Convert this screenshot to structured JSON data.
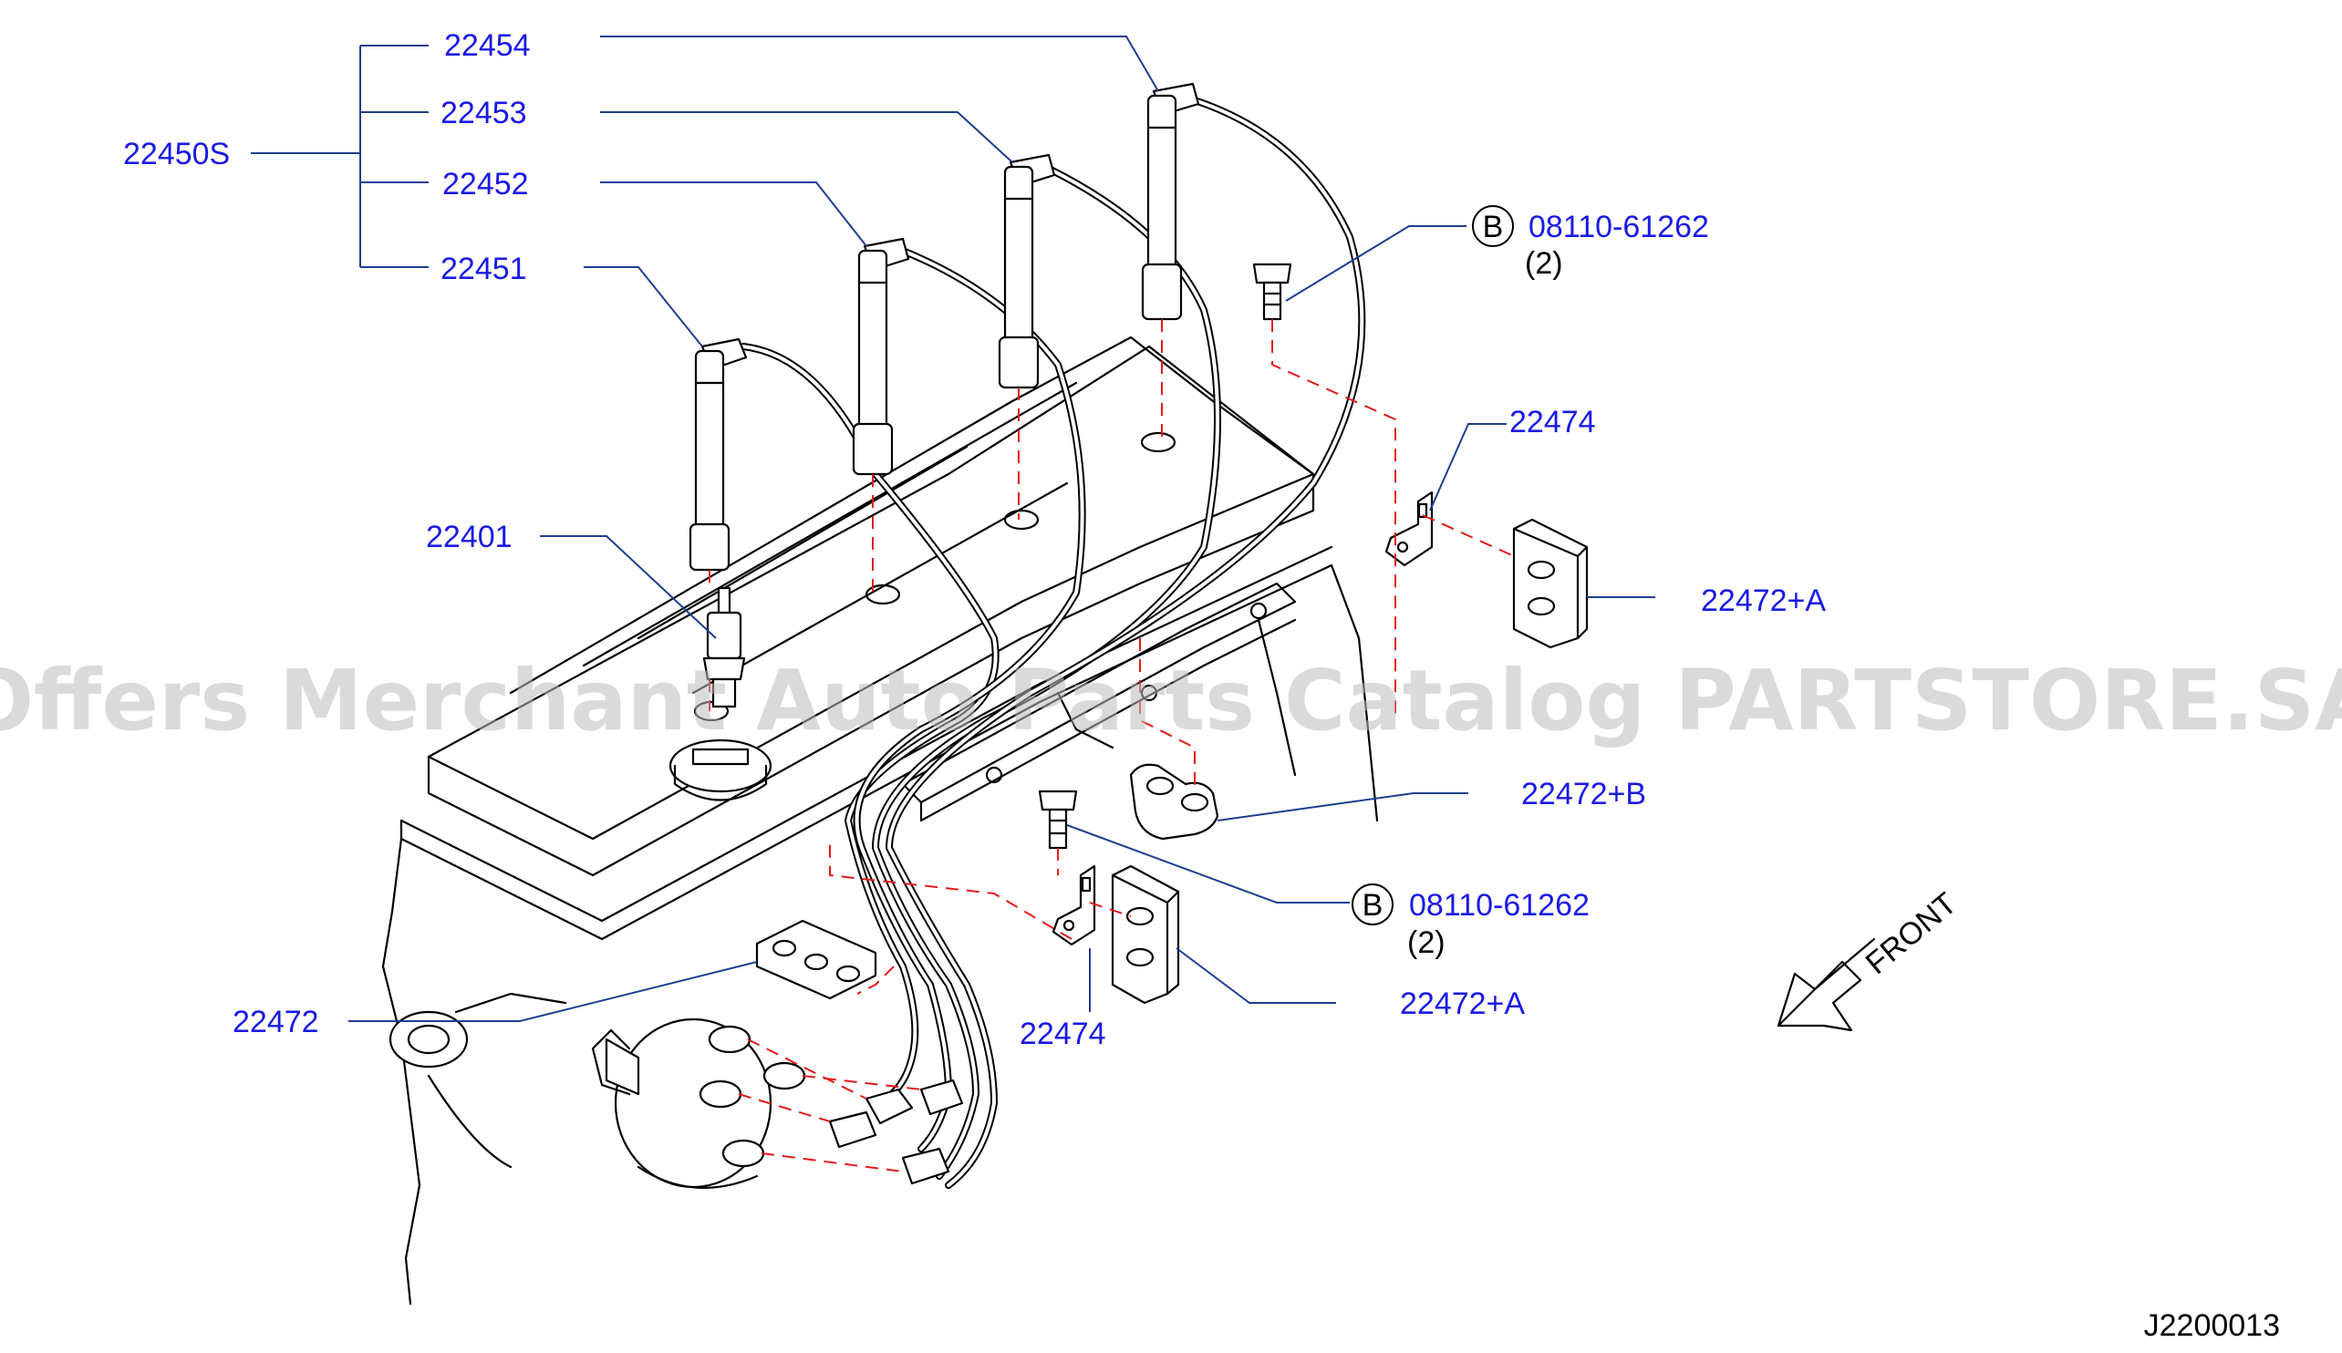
{
  "labels": {
    "assembly": "22450S",
    "cable_4": "22454",
    "cable_3": "22453",
    "cable_2": "22452",
    "cable_1": "22451",
    "spark_plug": "22401",
    "bolt_top_circle": "B",
    "bolt_top_part": "08110-61262",
    "bolt_top_qty": "(2)",
    "bracket_top": "22474",
    "clamp_top": "22472+A",
    "clamp_mid": "22472+B",
    "bolt_bottom_circle": "B",
    "bolt_bottom_part": "08110-61262",
    "bolt_bottom_qty": "(2)",
    "clamp_bottom": "22472+A",
    "bracket_bottom": "22474",
    "clamp_left": "22472",
    "front": "FRONT",
    "diagram_code": "J2200013"
  },
  "watermark": "Offers Merchant Auto Parts Catalog PARTSTORE.SA",
  "colors": {
    "label": "#1a1ae6",
    "leader": "#1d3f8f",
    "hidden_line": "#e21b1b",
    "watermark": "#bdbdbd",
    "drawing": "#000000"
  }
}
